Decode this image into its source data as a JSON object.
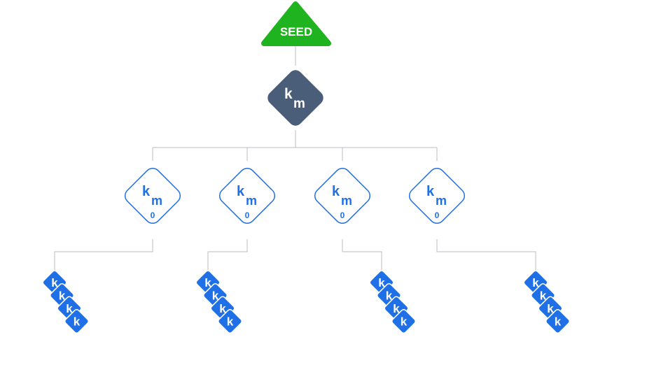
{
  "seed": {
    "label": "SEED",
    "color": "#1fb41f"
  },
  "master": {
    "k": "k",
    "sub": "m",
    "color": "#4a5d79"
  },
  "children": [
    {
      "k": "k",
      "sub": "m",
      "index": "0"
    },
    {
      "k": "k",
      "sub": "m",
      "index": "0"
    },
    {
      "k": "k",
      "sub": "m",
      "index": "0"
    },
    {
      "k": "k",
      "sub": "m",
      "index": "0"
    }
  ],
  "leaf_groups": [
    {
      "labels": [
        "k",
        "k",
        "k",
        "k"
      ]
    },
    {
      "labels": [
        "k",
        "k",
        "k",
        "k"
      ]
    },
    {
      "labels": [
        "k",
        "k",
        "k",
        "k"
      ]
    },
    {
      "labels": [
        "k",
        "k",
        "k",
        "k"
      ]
    }
  ],
  "colors": {
    "child_stroke": "#1f6fe6",
    "leaf_fill": "#1f6fe6",
    "connector": "#b9bcc3"
  }
}
